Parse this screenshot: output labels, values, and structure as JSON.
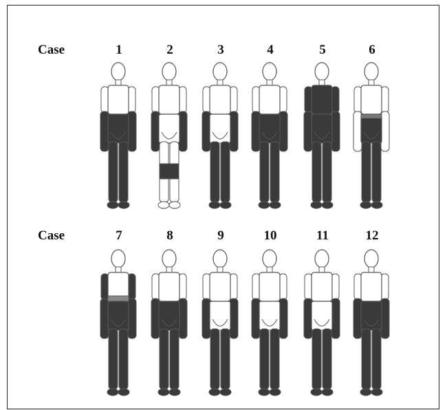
{
  "row1_label": "Case",
  "row2_label": "Case",
  "colors": {
    "covered": "#3a3a3a",
    "skin": "#ffffff",
    "outline": "#555555"
  },
  "cases": [
    {
      "number": "1"
    },
    {
      "number": "2"
    },
    {
      "number": "3"
    },
    {
      "number": "4"
    },
    {
      "number": "5"
    },
    {
      "number": "6"
    },
    {
      "number": "7"
    },
    {
      "number": "8"
    },
    {
      "number": "9"
    },
    {
      "number": "10"
    },
    {
      "number": "11"
    },
    {
      "number": "12"
    }
  ]
}
